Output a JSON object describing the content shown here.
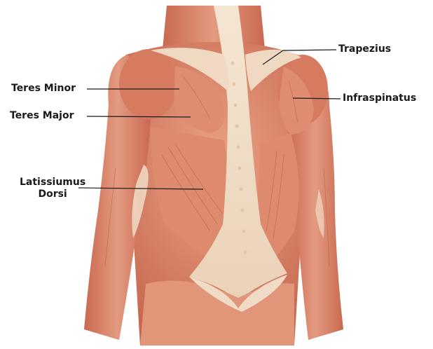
{
  "labels": {
    "trapezius": "Trapezius",
    "teres_minor": "Teres Minor",
    "teres_major": "Teres Major",
    "infraspinatus": "Infraspinatus",
    "latissimus_line1": "Latissiumus",
    "latissimus_line2": "Dorsi"
  },
  "colors": {
    "muscle": "#d9826a",
    "muscle_dark": "#b85e48",
    "tendon": "#f3e3cf",
    "leader_line": "#1a1a1a",
    "background": "#ffffff"
  }
}
